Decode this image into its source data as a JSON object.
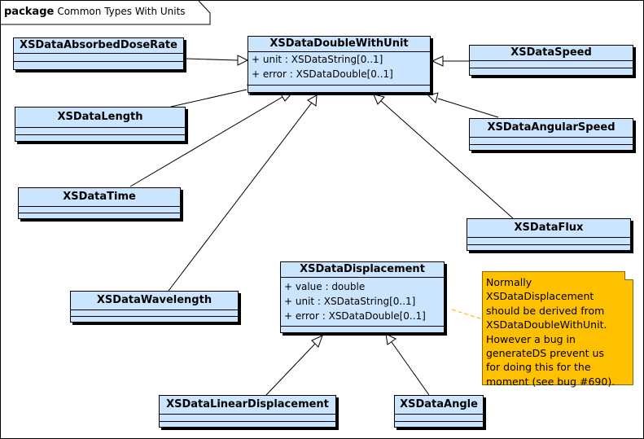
{
  "package": {
    "keyword": "package",
    "name": "Common Types With Units"
  },
  "classes": {
    "double_with_unit": {
      "name": "XSDataDoubleWithUnit",
      "attributes": [
        "+ unit  : XSDataString[0..1]",
        "+ error  : XSDataDouble[0..1]"
      ]
    },
    "absorbed_dose_rate": {
      "name": "XSDataAbsorbedDoseRate"
    },
    "speed": {
      "name": "XSDataSpeed"
    },
    "length": {
      "name": "XSDataLength"
    },
    "angular_speed": {
      "name": "XSDataAngularSpeed"
    },
    "time": {
      "name": "XSDataTime"
    },
    "flux": {
      "name": "XSDataFlux"
    },
    "wavelength": {
      "name": "XSDataWavelength"
    },
    "displacement": {
      "name": "XSDataDisplacement",
      "attributes": [
        "+ value   : double",
        "+ unit   : XSDataString[0..1]",
        "+ error  : XSDataDouble[0..1]"
      ]
    },
    "linear_displacement": {
      "name": "XSDataLinearDisplacement"
    },
    "angle": {
      "name": "XSDataAngle"
    }
  },
  "note": {
    "lines": [
      "Normally",
      "XSDataDisplacement",
      "should be derived from",
      "XSDataDoubleWithUnit.",
      "However a bug in",
      "generateDS prevent us",
      "for doing this for the",
      "moment (see bug #690)."
    ]
  },
  "colors": {
    "class_fill": "#cce5ff",
    "note_fill": "#ffc000",
    "note_link": "#ffc000"
  }
}
